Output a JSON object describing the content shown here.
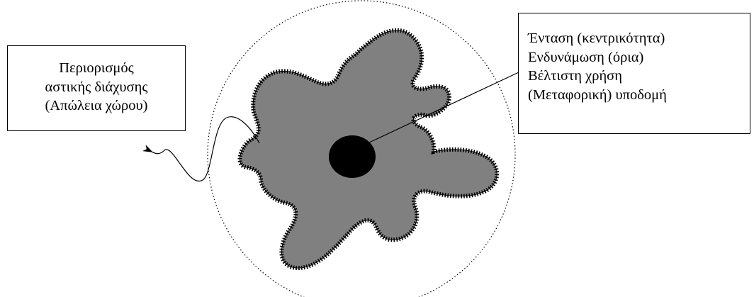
{
  "left_label": {
    "lines": [
      "Περιορισμός",
      "αστικής διάχυσης",
      "(Απώλεια χώρου)"
    ]
  },
  "right_label": {
    "lines": [
      "Ένταση (κεντρικότητα)",
      "Ενδυνάμωση (όρια)",
      "Βέλτιστη χρήση",
      "(Μεταφορική) υποδομή"
    ]
  },
  "colors": {
    "urban_area_fill": "#808080",
    "city_center_fill": "#000000",
    "outline": "#000000",
    "background": "#ffffff"
  }
}
